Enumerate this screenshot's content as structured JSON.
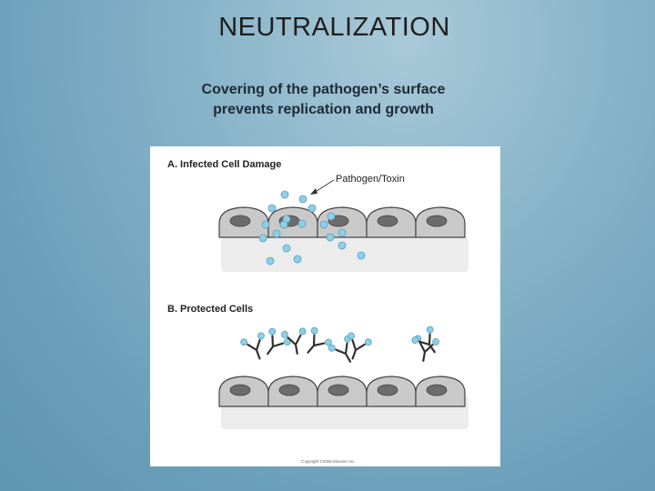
{
  "slide": {
    "title": "NEUTRALIZATION",
    "subtitle_lines": [
      "Covering of the pathogen’s surface",
      "prevents replication and growth"
    ]
  },
  "figure": {
    "panel_a": {
      "label": "A.  Infected Cell Damage",
      "callout": "Pathogen/Toxin"
    },
    "panel_b": {
      "label": "B.  Protected Cells"
    },
    "copyright": "Copyright ©2006 Elsevier Inc."
  },
  "colors": {
    "cell_fill": "#c9c9c9",
    "nucleus": "#6c6c6c",
    "pathogen": "#8ecfe8",
    "antibody": "#333333",
    "tissue": "#ececec"
  }
}
